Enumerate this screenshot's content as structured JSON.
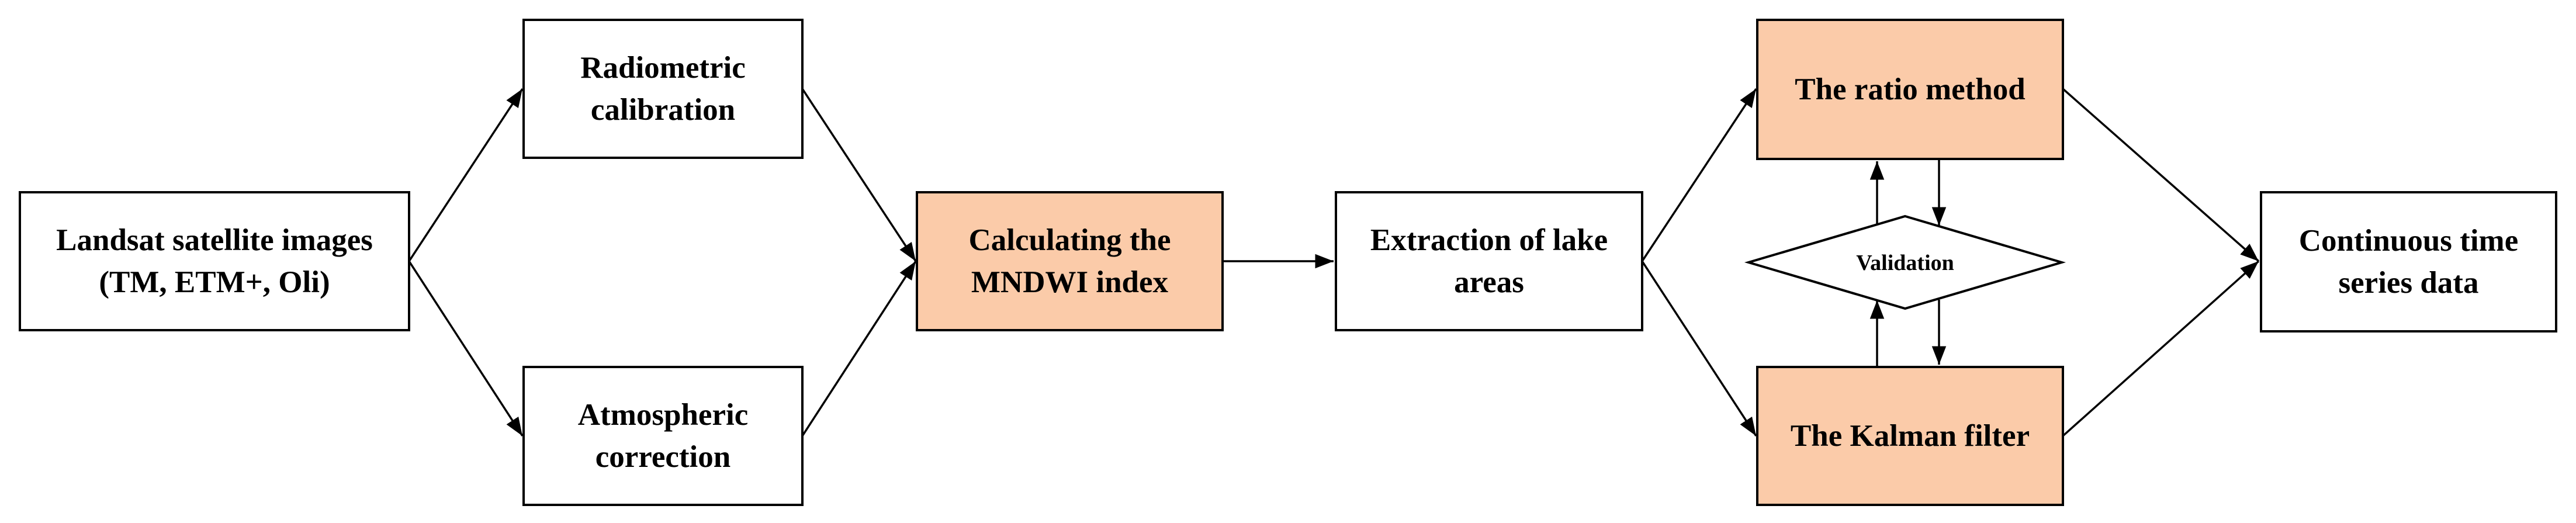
{
  "nodes": {
    "landsat": "Landsat satellite images\n(TM, ETM+, Oli)",
    "radiometric": "Radiometric\ncalibration",
    "atmospheric": "Atmospheric\ncorrection",
    "mndwi": "Calculating the\nMNDWI index",
    "extraction": "Extraction of lake\nareas",
    "ratio": "The ratio method",
    "kalman": "The Kalman filter",
    "validation": "Validation",
    "continuous": "Continuous time\nseries data"
  },
  "colors": {
    "highlight_fill": "#fbcba9",
    "plain_fill": "#ffffff",
    "stroke": "#000000"
  }
}
